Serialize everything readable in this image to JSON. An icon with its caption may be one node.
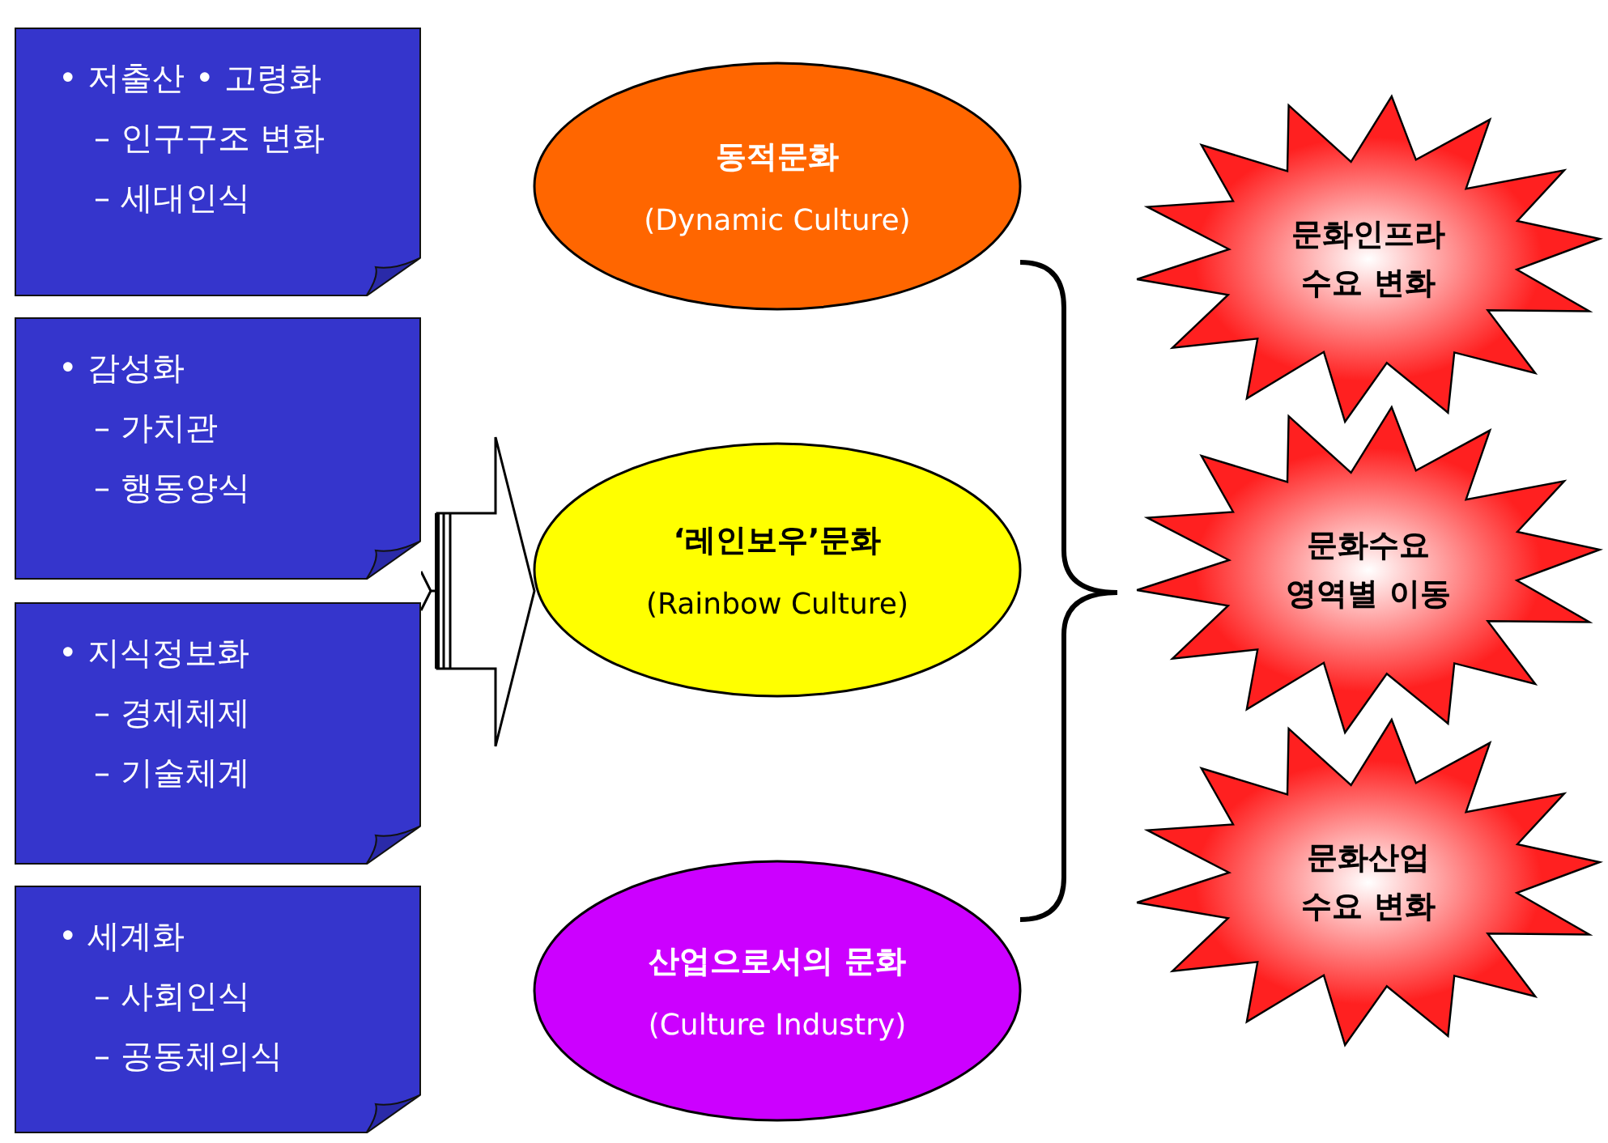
{
  "diagram": {
    "nodes": [
      {
        "text": [
          "• 저출산 • 고령화",
          "– 인구구조 변화",
          "– 세대인식"
        ]
      },
      {
        "text": [
          "• 감성화",
          "– 가치관",
          "– 행동양식"
        ]
      },
      {
        "text": [
          "• 지식정보화",
          "– 경제체제",
          "– 기술체계"
        ]
      },
      {
        "text": [
          "• 세계화",
          "– 사회인식",
          "– 공동체의식"
        ]
      },
      {
        "text": [
          "동적문화",
          "(Dynamic Culture)"
        ]
      },
      {
        "text": [
          "‘레인보우’문화",
          "(Rainbow Culture)"
        ]
      },
      {
        "text": [
          "산업으로서의 문화",
          "(Culture Industry)"
        ]
      },
      {
        "text": [
          "문화인프라 수요 변화"
        ]
      },
      {
        "text": [
          "문화수요 영역별 이동"
        ]
      },
      {
        "text": [
          "문화산업 수요 변화"
        ]
      }
    ],
    "edges": [
      {
        "from": 1,
        "to": 5,
        "arrow": "to"
      },
      {
        "from": 2,
        "to": 5,
        "arrow": "to"
      }
    ]
  }
}
